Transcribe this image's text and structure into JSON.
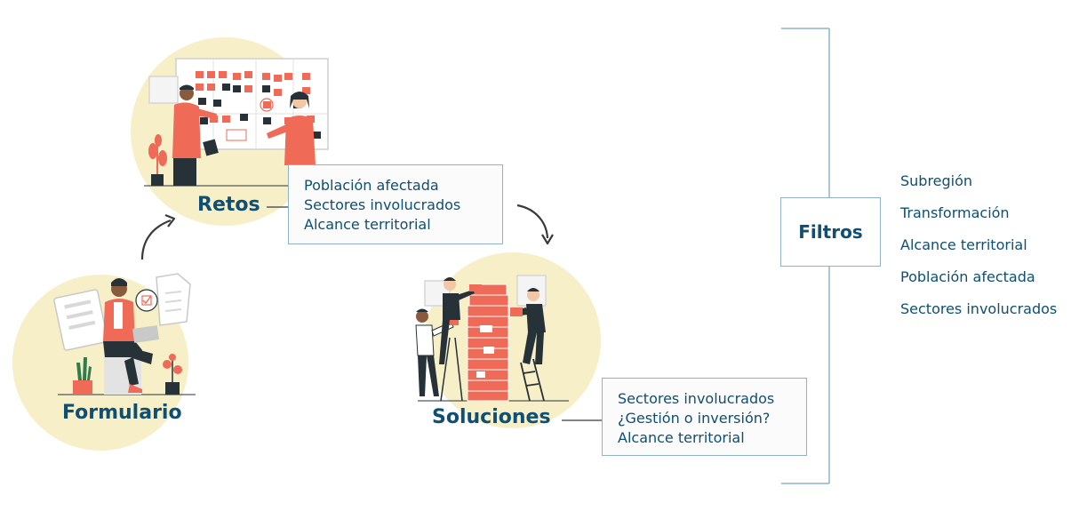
{
  "stages": {
    "formulario": {
      "label": "Formulario"
    },
    "retos": {
      "label": "Retos",
      "items": [
        "Población afectada",
        "Sectores involucrados",
        "Alcance territorial"
      ]
    },
    "soluciones": {
      "label": "Soluciones",
      "items": [
        "Sectores involucrados",
        "¿Gestión o inversión?",
        "Alcance territorial"
      ]
    }
  },
  "filtros": {
    "label": "Filtros",
    "items": [
      "Subregión",
      "Transformación",
      "Alcance territorial",
      "Población afectada",
      "Sectores involucrados"
    ]
  },
  "colors": {
    "accent_text": "#0e4f73",
    "box_border": "#8fb3c8",
    "circle_bg": "#f7efc8",
    "illustration_red": "#ef6a57",
    "dark": "#263238"
  },
  "icons": [
    "arrow-up-icon",
    "arrow-down-icon",
    "formulario-illustration",
    "retos-illustration",
    "soluciones-illustration"
  ]
}
